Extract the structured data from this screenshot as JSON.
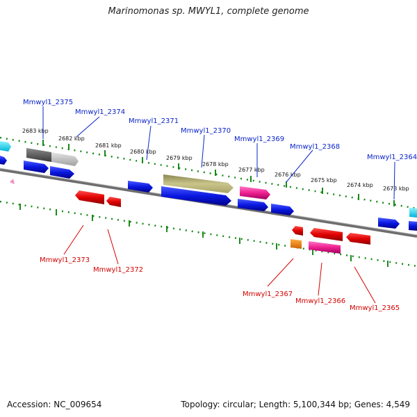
{
  "title": "Marinomonas sp. MWYL1, complete genome",
  "footer": {
    "accession": "Accession: NC_009654",
    "summary": "Topology: circular; Length: 5,100,344 bp; Genes: 4,549"
  },
  "colors": {
    "forward_label": "#0a24c8",
    "reverse_label": "#d40000",
    "tick": "#1a8a1a",
    "backbone": "#7a7a7a"
  },
  "kbp_labels": [
    "2683 kbp",
    "2682 kbp",
    "2681 kbp",
    "2680 kbp",
    "2679 kbp",
    "2678 kbp",
    "2677 kbp",
    "2676 kbp",
    "2675 kbp",
    "2674 kbp",
    "2673 kbp"
  ],
  "forward_genes": [
    "Mmwyl1_2375",
    "Mmwyl1_2374",
    "Mmwyl1_2371",
    "Mmwyl1_2370",
    "Mmwyl1_2369",
    "Mmwyl1_2368",
    "Mmwyl1_2364"
  ],
  "reverse_genes": [
    "Mmwyl1_2373",
    "Mmwyl1_2372",
    "Mmwyl1_2367",
    "Mmwyl1_2366",
    "Mmwyl1_2365"
  ]
}
